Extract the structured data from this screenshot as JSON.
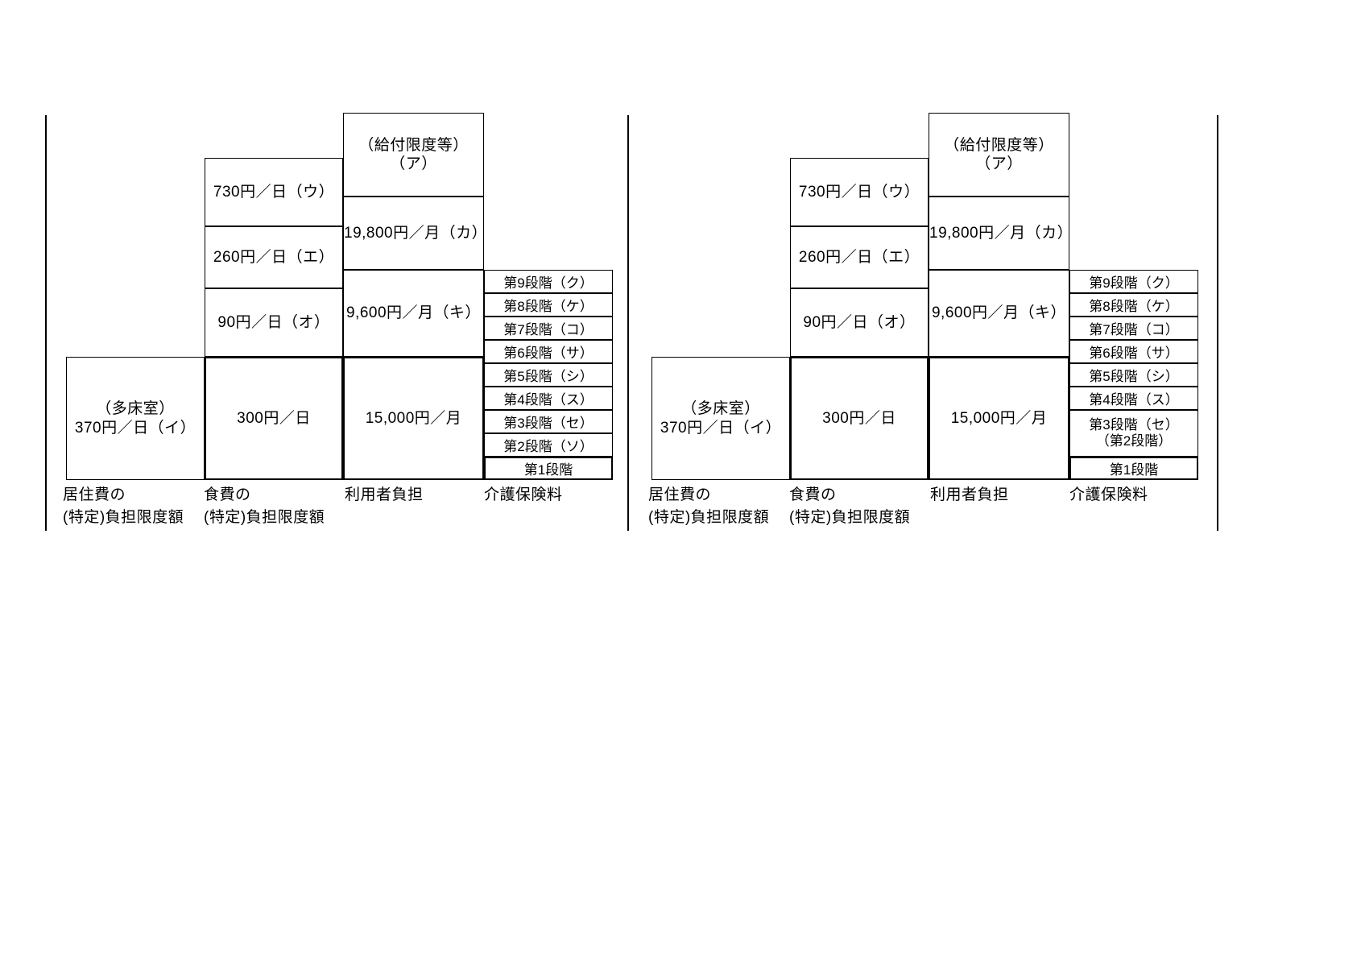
{
  "diagram": {
    "panels": [
      {
        "id": "left-panel",
        "col1": {
          "line1": "（多床室）",
          "line2": "370円／日（イ）"
        },
        "col2": [
          "730円／日（ウ）",
          "260円／日（エ）",
          "90円／日（オ）",
          "300円／日"
        ],
        "col3": [
          "（給付限度等）（ア）",
          "19,800円／月（カ）",
          "9,600円／月（キ）",
          "15,000円／月"
        ],
        "col4": [
          "第9段階（ク）",
          "第8段階（ケ）",
          "第7段階（コ）",
          "第6段階（サ）",
          "第5段階（シ）",
          "第4段階（ス）",
          "第3段階（セ）",
          "第2段階（ソ）",
          "第1段階"
        ],
        "col4_extra": "",
        "axis": [
          "居住費の\n(特定)負担限度額",
          "食費の\n(特定)負担限度額",
          "利用者負担",
          "介護保険料"
        ]
      },
      {
        "id": "right-panel",
        "col1": {
          "line1": "（多床室）",
          "line2": "370円／日（イ）"
        },
        "col2": [
          "730円／日（ウ）",
          "260円／日（エ）",
          "90円／日（オ）",
          "300円／日"
        ],
        "col3": [
          "（給付限度等）（ア）",
          "19,800円／月（カ）",
          "9,600円／月（キ）",
          "15,000円／月"
        ],
        "col4": [
          "第9段階（ク）",
          "第8段階（ケ）",
          "第7段階（コ）",
          "第6段階（サ）",
          "第5段階（シ）",
          "第4段階（ス）",
          "第3段階（セ）",
          "第1段階"
        ],
        "col4_extra": "（第2段階）",
        "axis": [
          "居住費の\n(特定)負担限度額",
          "食費の\n(特定)負担限度額",
          "利用者負担",
          "介護保険料"
        ]
      }
    ],
    "colors": {
      "line": "#000000",
      "background": "#ffffff"
    }
  }
}
